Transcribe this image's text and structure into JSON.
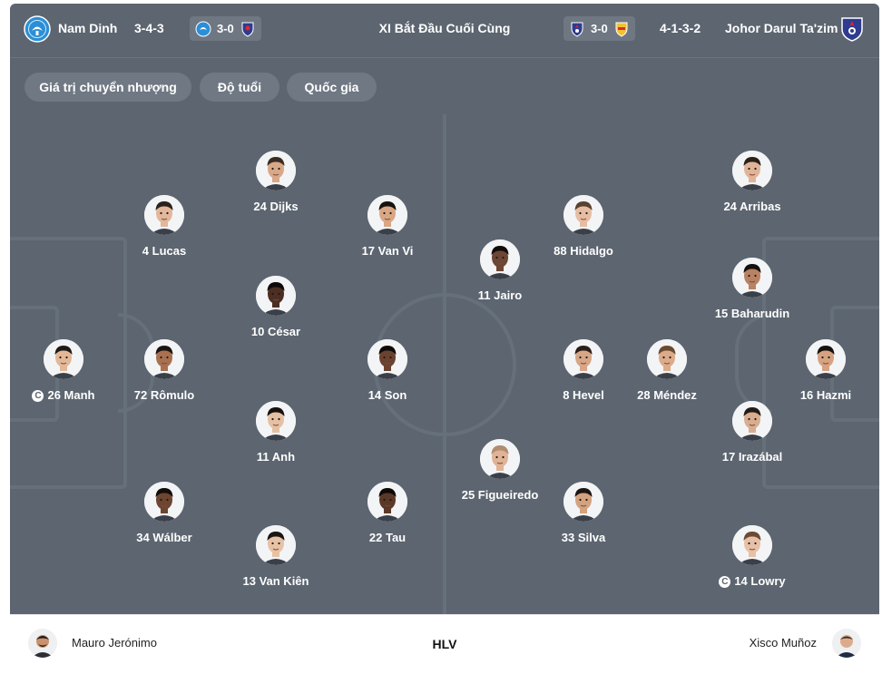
{
  "header": {
    "home": {
      "name": "Nam Dinh",
      "formation": "3-4-3"
    },
    "home_badge": {
      "score": "3-0"
    },
    "title": "XI Bắt Đầu Cuối Cùng",
    "away_badge": {
      "score": "3-0"
    },
    "away": {
      "name": "Johor Darul Ta'zim",
      "formation": "4-1-3-2"
    }
  },
  "filters": [
    "Giá trị chuyển nhượng",
    "Độ tuổi",
    "Quốc gia"
  ],
  "captain_mark": "C",
  "home_players": [
    {
      "label": "26 Manh",
      "captain": true,
      "skin": "#e3b896",
      "hair": "#1e1a18"
    },
    {
      "label": "4 Lucas",
      "skin": "#e2b79b",
      "hair": "#2a221c"
    },
    {
      "label": "72 Rômulo",
      "skin": "#a9714f",
      "hair": "#1a1412"
    },
    {
      "label": "34 Wálber",
      "skin": "#6e4530",
      "hair": "#120d0b"
    },
    {
      "label": "24 Dijks",
      "skin": "#d8a888",
      "hair": "#3a2c22"
    },
    {
      "label": "10 César",
      "skin": "#4c2e22",
      "hair": "#0e0a09"
    },
    {
      "label": "11 Anh",
      "skin": "#e6c0a2",
      "hair": "#151210"
    },
    {
      "label": "13 Van Kiên",
      "skin": "#e8c2a4",
      "hair": "#1a1614"
    },
    {
      "label": "17 Van Vi",
      "skin": "#d9a784",
      "hair": "#17130f"
    },
    {
      "label": "14 Son",
      "skin": "#6a4330",
      "hair": "#0f0b0a"
    },
    {
      "label": "22 Tau",
      "skin": "#5b3828",
      "hair": "#0d0a09"
    }
  ],
  "away_players": [
    {
      "label": "16 Hazmi",
      "skin": "#d6a281",
      "hair": "#16120f"
    },
    {
      "label": "24 Arribas",
      "skin": "#e1b497",
      "hair": "#2b2119"
    },
    {
      "label": "15 Baharudin",
      "skin": "#b98263",
      "hair": "#14100d"
    },
    {
      "label": "17 Irazábal",
      "skin": "#d9ad8f",
      "hair": "#231b15"
    },
    {
      "label": "14 Lowry",
      "captain": true,
      "skin": "#e7c0a6",
      "hair": "#6b4b34"
    },
    {
      "label": "28 Méndez",
      "skin": "#dcab8a",
      "hair": "#6a4a30"
    },
    {
      "label": "88 Hidalgo",
      "skin": "#e6bda3",
      "hair": "#5a4130"
    },
    {
      "label": "8 Hevel",
      "skin": "#d7a686",
      "hair": "#2a1f18"
    },
    {
      "label": "33 Silva",
      "skin": "#d3a27f",
      "hair": "#1c1613"
    },
    {
      "label": "11 Jairo",
      "skin": "#6d4634",
      "hair": "#110d0b"
    },
    {
      "label": "25 Figueiredo",
      "skin": "#e0b396",
      "hair": "#b08c70"
    }
  ],
  "coaches": {
    "label": "HLV",
    "home": "Mauro Jerónimo",
    "away": "Xisco Muñoz"
  },
  "colors": {
    "pitch": "#5c6570",
    "pitch_lines": "#66707b",
    "chip": "#6f7883",
    "nam_dinh_blue": "#2b8fd6",
    "jdt_blue": "#2f3b8f",
    "jdt_red": "#e3262d"
  }
}
